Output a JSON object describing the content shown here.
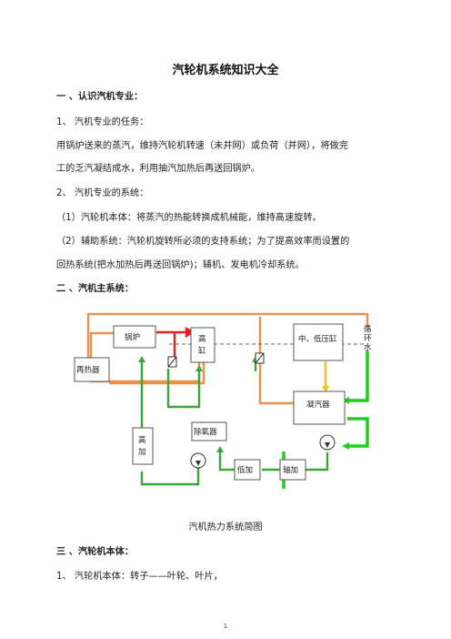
{
  "title": "汽轮机系统知识大全",
  "sections": {
    "s1_heading": "一 、认识汽机专业：",
    "s1_1": "1、 汽机专业的任务：",
    "s1_1_text_line1": "用锅炉送来的蒸汽，维持汽轮机转速（未并网）或负荷（并网），将做完",
    "s1_1_text_line2": "工的乏汽凝结成水，利用抽汽加热后再送回锅炉。",
    "s1_2": "2、 汽机专业的系统：",
    "s1_2_a": "（1）汽轮机本体：将蒸汽的热能转换成机械能，维持高速旋转。",
    "s1_2_b_line1": "（2）辅助系统：汽轮机旋转所必须的支持系统；为了提高效率而设置的",
    "s1_2_b_line2": "回热系统(把水加热后再送回锅炉)；辅机、发电机冷却系统。",
    "s2_heading": "二 、汽机主系统：",
    "caption": "汽机热力系统简图",
    "s3_heading": "三 、汽轮机本体：",
    "s3_1": "1、 汽轮机本体：转子——叶轮、叶片，"
  },
  "diagram": {
    "boiler": "锅炉",
    "hp_turbine_line1": "高",
    "hp_turbine_line2": "缸",
    "ip_lp_turbine": "中、低压缸",
    "reheater": "再热器",
    "condenser": "凝汽器",
    "hp_heater_line1": "高",
    "hp_heater_line2": "加",
    "deaerator": "除氧器",
    "lp_heater": "低加",
    "shaft_heater": "轴加",
    "circ_water_1": "循",
    "circ_water_2": "环",
    "circ_water_3": "水",
    "colors": {
      "steam": "#e8914a",
      "main_steam": "#e02020",
      "feedwater": "#3aa63a",
      "circ": "#22cc22",
      "exhaust": "#f0c020"
    }
  },
  "page_number": "1"
}
